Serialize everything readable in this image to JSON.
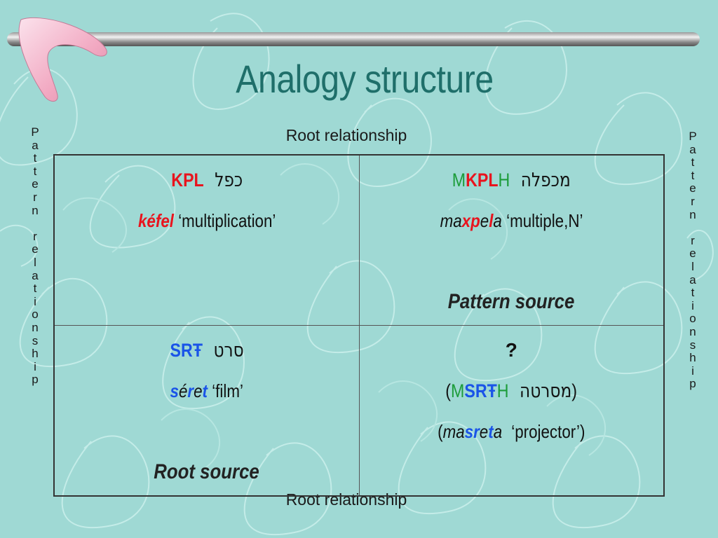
{
  "slide": {
    "title": "Analogy structure",
    "root_relationship_top": "Root relationship",
    "root_relationship_bottom": "Root relationship",
    "pattern_relationship_left": [
      "P",
      "a",
      "t",
      "t",
      "e",
      "r",
      "n",
      " ",
      "r",
      "e",
      "l",
      "a",
      "t",
      "i",
      "o",
      "n",
      "s",
      "h",
      "i",
      "p"
    ],
    "pattern_relationship_right": [
      "P",
      "a",
      "t",
      "t",
      "e",
      "r",
      "n",
      " ",
      "r",
      "e",
      "l",
      "a",
      "t",
      "i",
      "o",
      "n",
      "s",
      "h",
      "i",
      "p"
    ]
  },
  "cells": {
    "top_left": {
      "root": "KPL",
      "hebrew": "כפל",
      "word_parts": [
        "k",
        "é",
        "f",
        "e",
        "l"
      ],
      "gloss": "‘multiplication’"
    },
    "top_right": {
      "prefix": "M",
      "root": "KPL",
      "suffix": "H",
      "hebrew": "מכפלה",
      "word_parts": [
        "ma",
        "x",
        "p",
        "e",
        "l",
        "a"
      ],
      "gloss": "‘multiple,N’",
      "label": "Pattern source"
    },
    "bottom_left": {
      "root": "SRŦ",
      "hebrew": "סרט",
      "word_parts": [
        "s",
        "é",
        "r",
        "e",
        "t"
      ],
      "gloss": "‘film’",
      "label": "Root source"
    },
    "bottom_right": {
      "question": "?",
      "open_paren": "(",
      "prefix": "M",
      "root": "SRŦ",
      "suffix": "H",
      "hebrew": "מסרטה",
      "close_paren": ")",
      "word_parts": [
        "ma",
        "s",
        "r",
        "e",
        "t",
        "a"
      ],
      "gloss": "‘projector’"
    }
  },
  "colors": {
    "background": "#9fd9d4",
    "title": "#1f6f6a",
    "root_red": "#e8141e",
    "affix_green": "#1c9c3a",
    "root_blue": "#1a54e8"
  }
}
